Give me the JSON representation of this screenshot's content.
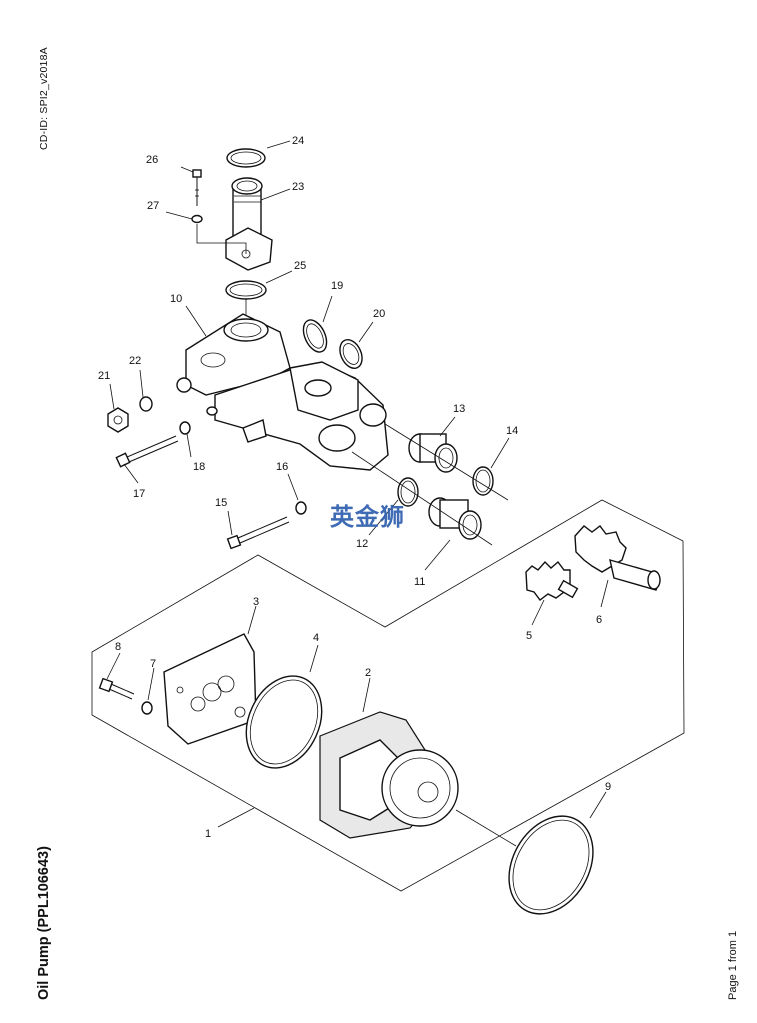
{
  "header": {
    "cd_id": "CD-ID: SPI2_v2018A"
  },
  "title": "Oil Pump (PPL106643)",
  "footer": {
    "page": "Page 1 from 1"
  },
  "watermark": {
    "text": "英金狮",
    "color": "#2f5fae"
  },
  "callouts": {
    "c1": "1",
    "c2": "2",
    "c3": "3",
    "c4": "4",
    "c5": "5",
    "c6": "6",
    "c7": "7",
    "c8": "8",
    "c9": "9",
    "c10": "10",
    "c11": "11",
    "c12": "12",
    "c13": "13",
    "c14": "14",
    "c15": "15",
    "c16": "16",
    "c17": "17",
    "c18": "18",
    "c19": "19",
    "c20": "20",
    "c21": "21",
    "c22": "22",
    "c23": "23",
    "c24": "24",
    "c25": "25",
    "c26": "26",
    "c27": "27"
  }
}
